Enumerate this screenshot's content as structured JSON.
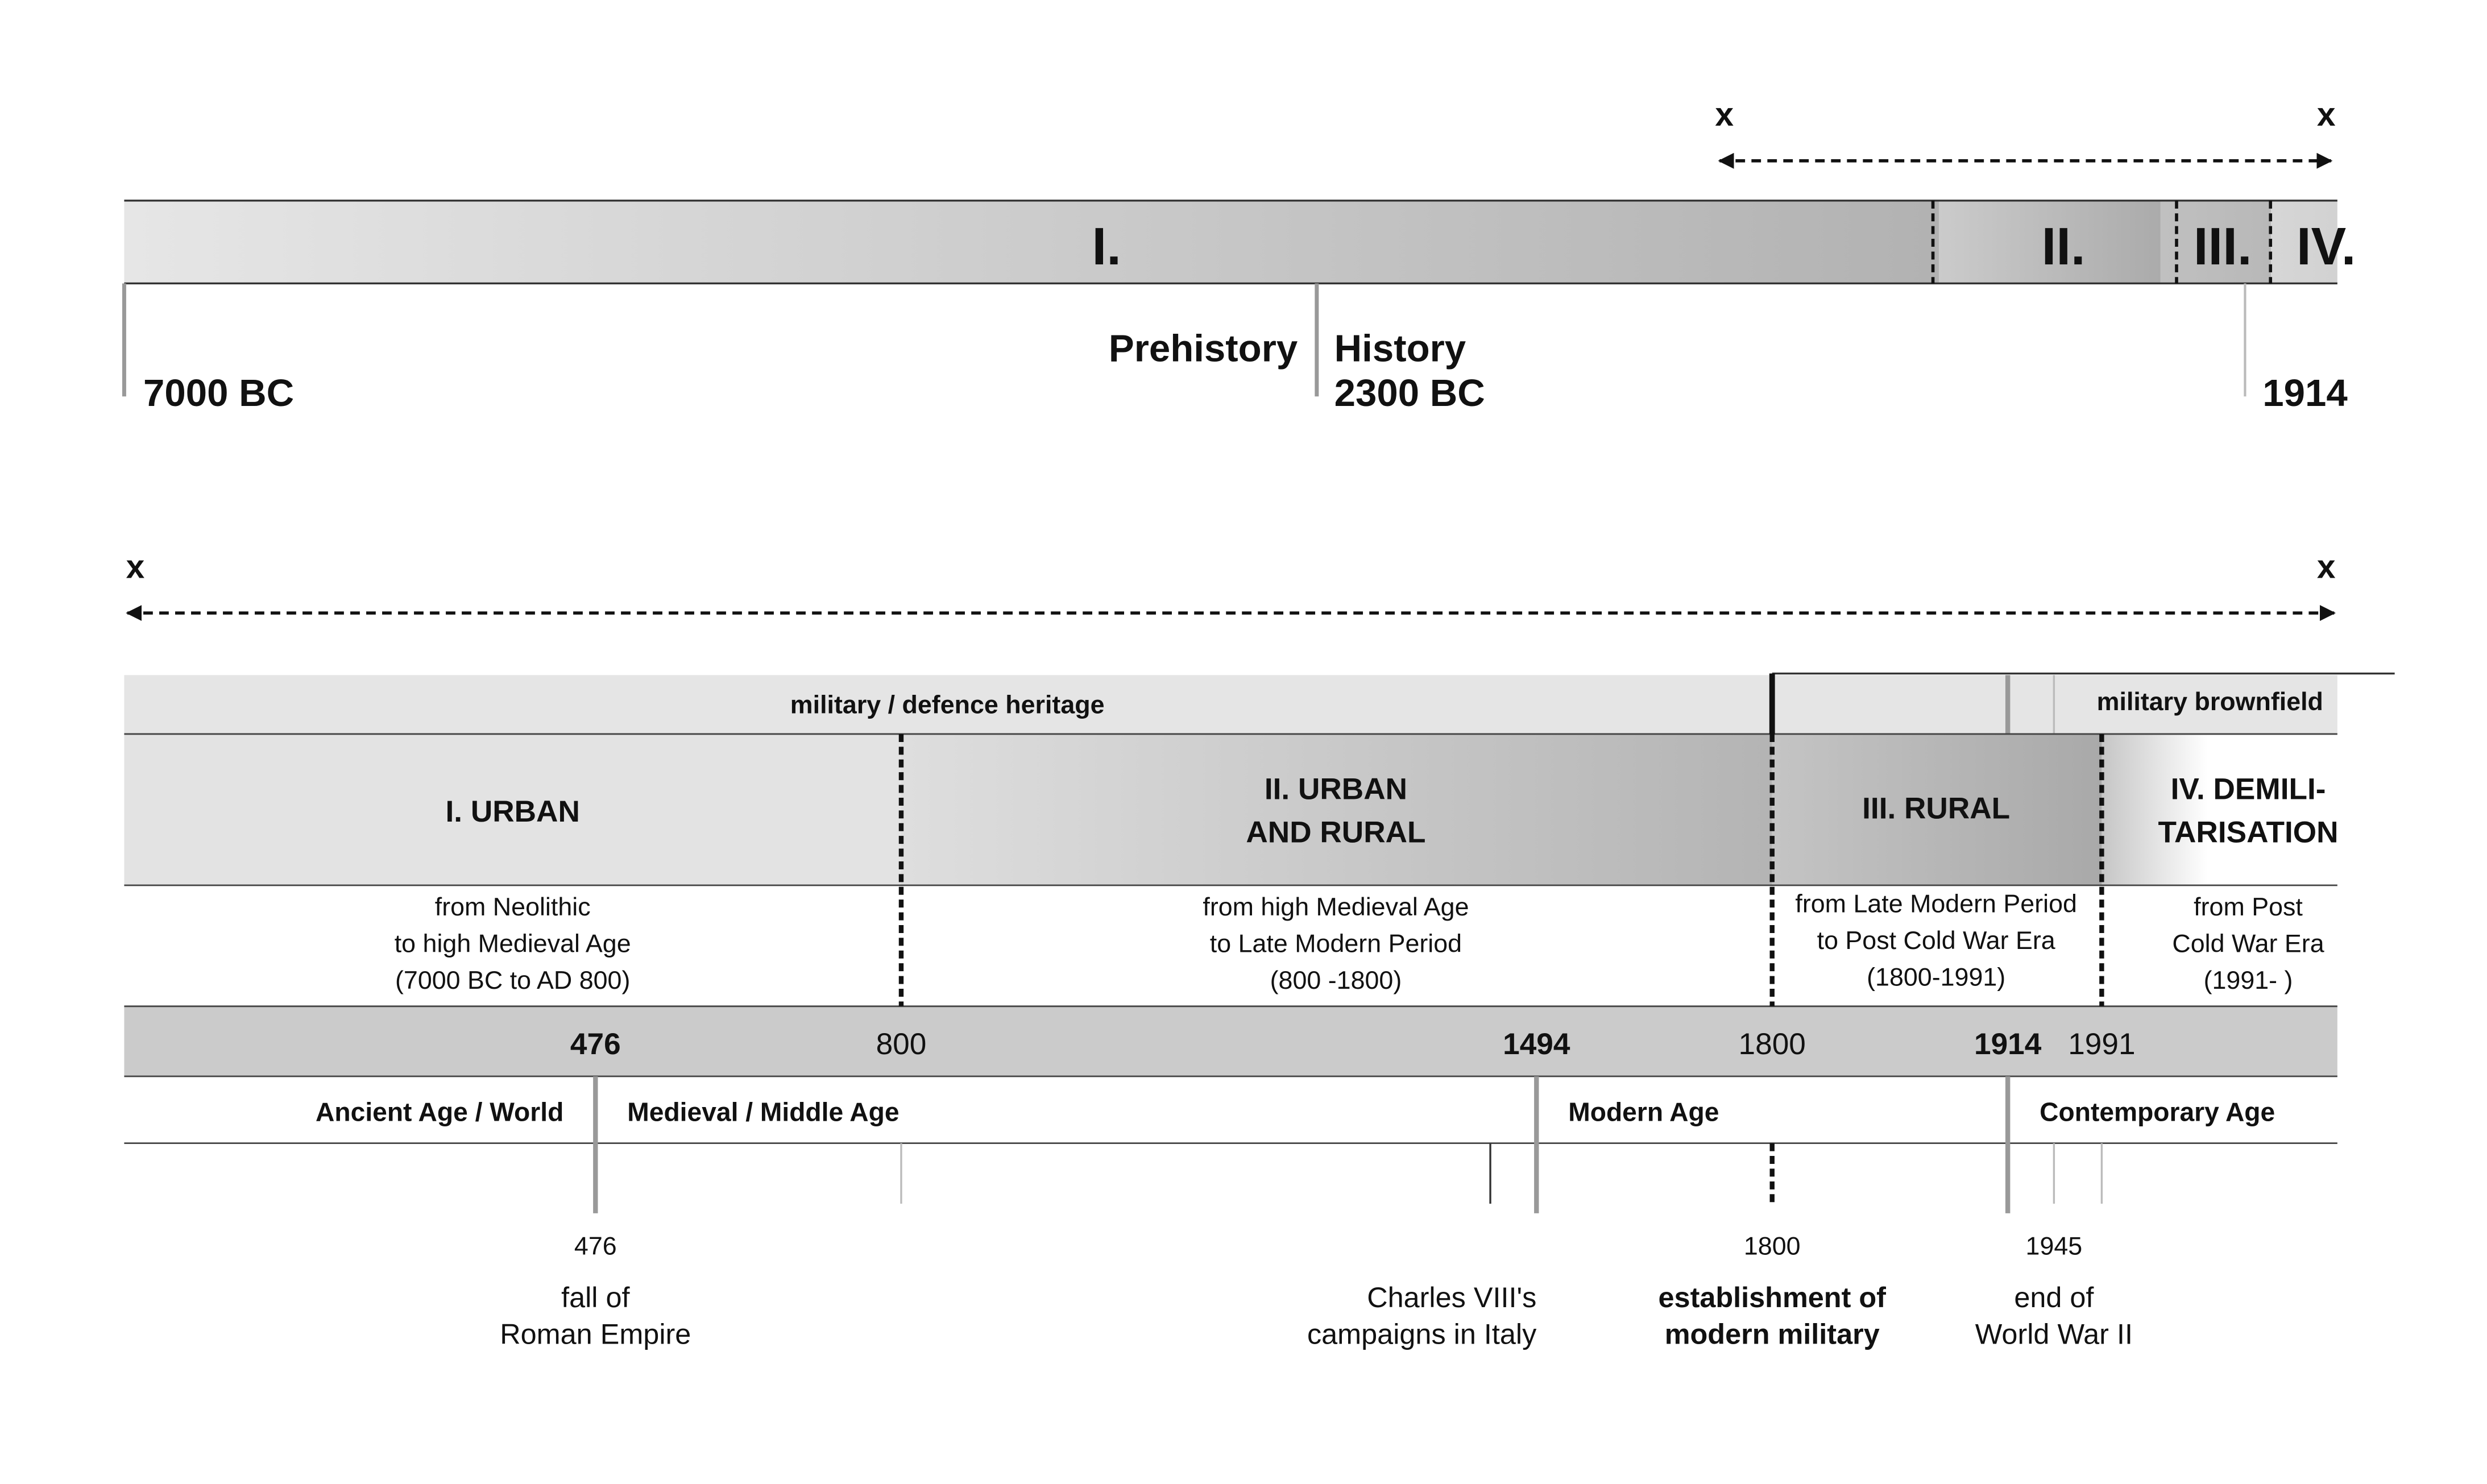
{
  "top": {
    "phases": [
      "I.",
      "II.",
      "III.",
      "IV."
    ],
    "prehistory": "Prehistory",
    "history": "History",
    "start_year": "7000 BC",
    "history_year": "2300 BC",
    "end_year": "1914",
    "x_left": "x",
    "x_right": "x"
  },
  "bottom": {
    "x_left": "x",
    "x_right": "x",
    "heritage": "military  / defence heritage",
    "brownfield": "military brownfield",
    "phases": [
      {
        "title": [
          "I. URBAN"
        ],
        "desc": [
          "from Neolithic",
          "to high Medieval Age",
          "(7000 BC to AD 800)"
        ]
      },
      {
        "title": [
          "II. URBAN",
          "AND RURAL"
        ],
        "desc": [
          "from high Medieval Age",
          "to Late Modern Period",
          "(800 -1800)"
        ]
      },
      {
        "title": [
          "III. RURAL"
        ],
        "desc": [
          "from Late Modern Period",
          "to Post Cold War Era",
          "(1800-1991)"
        ]
      },
      {
        "title": [
          "IV. DEMILI-",
          "TARISATION"
        ],
        "desc": [
          "from Post",
          "Cold War Era",
          "(1991- )"
        ]
      }
    ],
    "years": {
      "y476": "476",
      "y800": "800",
      "y1494": "1494",
      "y1800": "1800",
      "y1914": "1914",
      "y1991": "1991"
    },
    "ages": {
      "ancient": "Ancient Age / World",
      "medieval": "Medieval / Middle Age",
      "modern": "Modern Age",
      "contemporary": "Contemporary Age"
    },
    "events": {
      "e476": {
        "year": "476",
        "lines": [
          "fall of",
          "Roman Empire"
        ]
      },
      "e1494": {
        "lines": [
          "Charles VIII's",
          "campaigns in Italy"
        ]
      },
      "e1800": {
        "year": "1800",
        "lines": [
          "establishment of",
          "modern military"
        ]
      },
      "e1945": {
        "year": "1945",
        "lines": [
          "end of",
          "World War II"
        ]
      }
    }
  }
}
